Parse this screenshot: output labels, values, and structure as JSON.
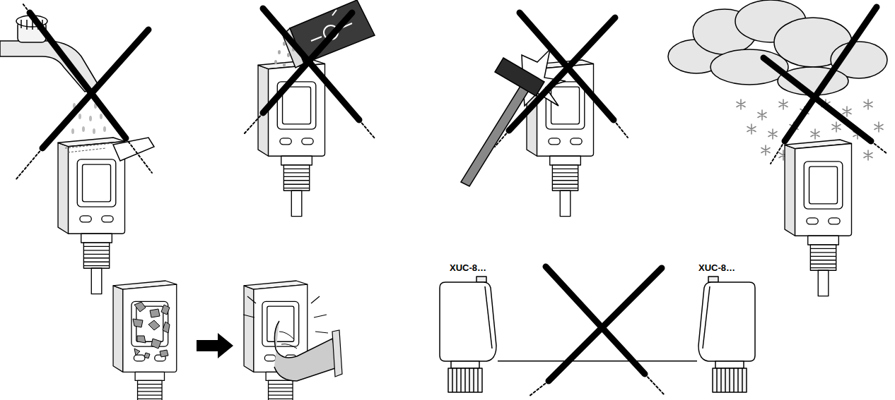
{
  "diagram": {
    "nodes": [
      {
        "text": [
          "XUC-8…"
        ]
      },
      {
        "text": [
          "XUC-8…"
        ]
      }
    ],
    "edges": [
      {
        "from": 0,
        "to": 1,
        "arrow": "none"
      }
    ]
  }
}
